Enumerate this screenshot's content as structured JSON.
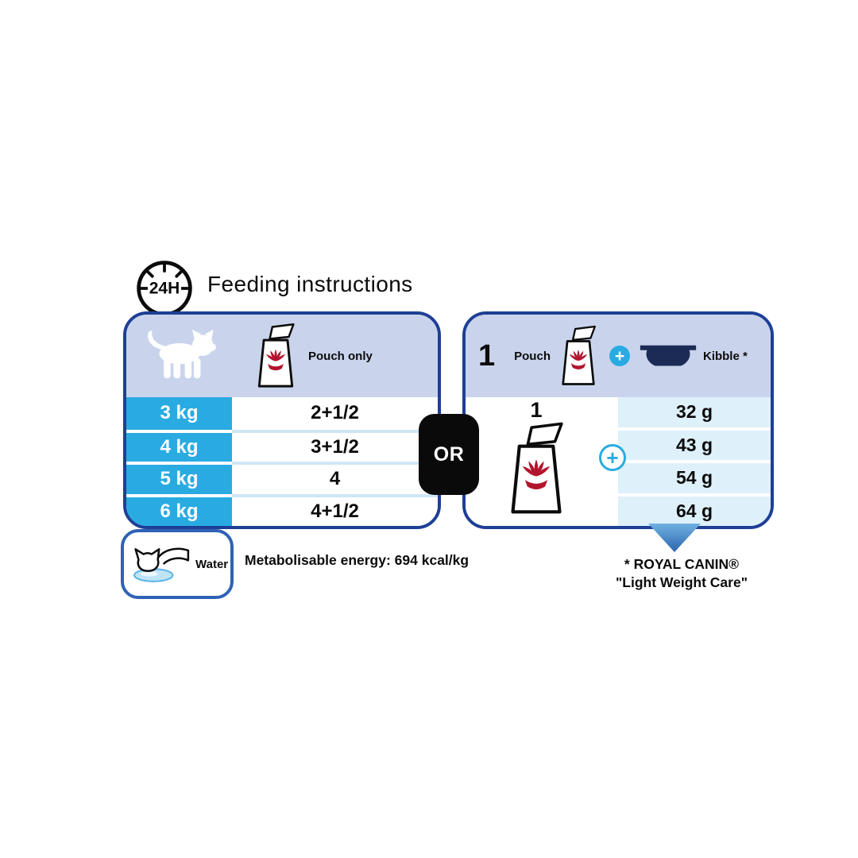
{
  "header": {
    "icon_label": "24H",
    "title": "Feeding instructions"
  },
  "icons": {
    "plus": "+"
  },
  "or_label": "OR",
  "pouch_table": {
    "column_header": "Pouch only",
    "rows": [
      {
        "weight": "3 kg",
        "amount": "2+1/2"
      },
      {
        "weight": "4 kg",
        "amount": "3+1/2"
      },
      {
        "weight": "5 kg",
        "amount": "4"
      },
      {
        "weight": "6 kg",
        "amount": "4+1/2"
      }
    ]
  },
  "mixed_table": {
    "header_count": "1",
    "pouch_label": "Pouch",
    "kibble_label": "Kibble *",
    "pouch_count": "1",
    "kibble_amounts": [
      "32 g",
      "43 g",
      "54 g",
      "64 g"
    ]
  },
  "footer": {
    "water_label": "Water",
    "energy_note": "Metabolisable energy: 694 kcal/kg",
    "footnote_line1": "* ROYAL CANIN®",
    "footnote_line2": "\"Light Weight Care\""
  },
  "colors": {
    "border_navy": "#1e3f96",
    "header_lavender": "#c9d4ec",
    "accent_cyan": "#29abe2",
    "row_pale_blue": "#def0fa",
    "or_black": "#0a0a0a",
    "crown_red": "#b2152e",
    "arrow_blue": "#2d66ad"
  }
}
